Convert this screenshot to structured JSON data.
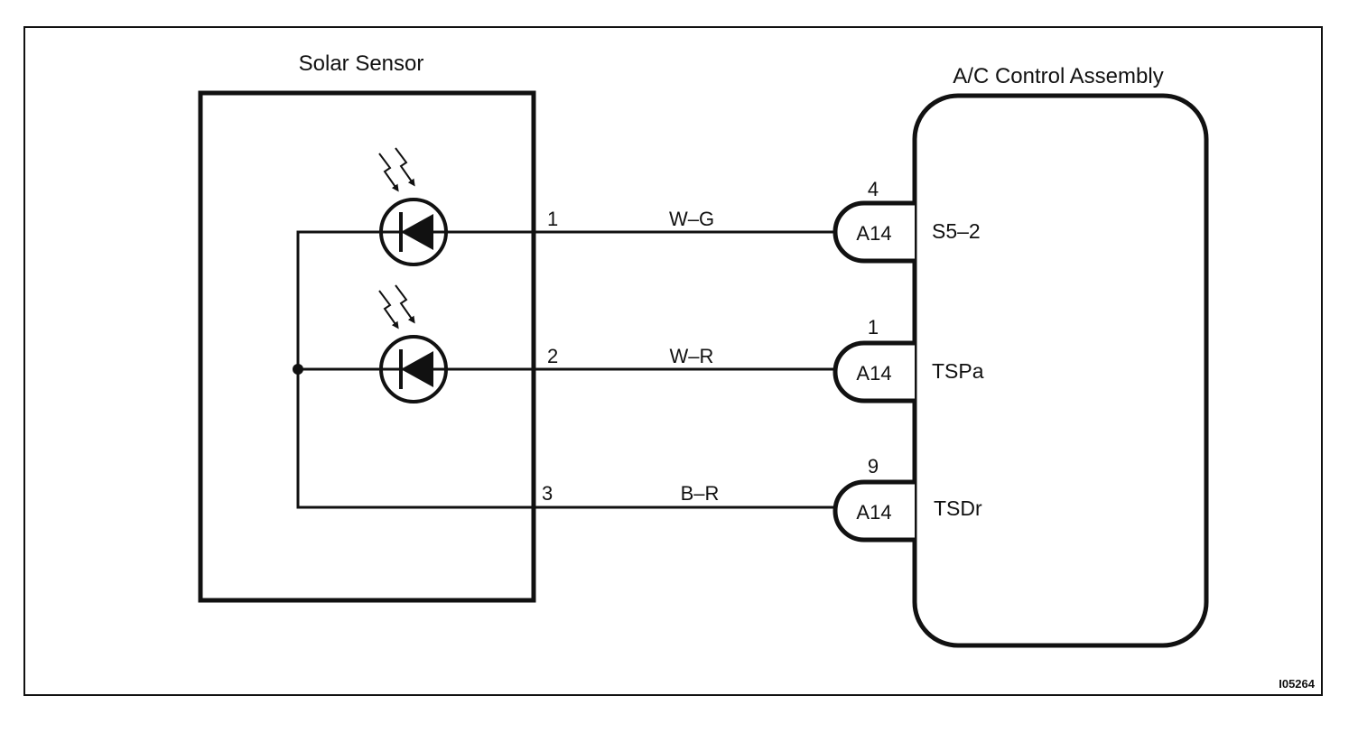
{
  "sensor": {
    "title": "Solar Sensor",
    "pins": [
      "1",
      "2",
      "3"
    ]
  },
  "ac_control": {
    "title": "A/C Control Assembly",
    "terminals": [
      "S5–2",
      "TSPa",
      "TSDr"
    ]
  },
  "wires": [
    {
      "pin": "1",
      "color": "W–G",
      "connector": "A14",
      "connector_pin": "4",
      "terminal": "S5–2"
    },
    {
      "pin": "2",
      "color": "W–R",
      "connector": "A14",
      "connector_pin": "1",
      "terminal": "TSPa"
    },
    {
      "pin": "3",
      "color": "B–R",
      "connector": "A14",
      "connector_pin": "9",
      "terminal": "TSDr"
    }
  ],
  "figure_code": "I05264"
}
